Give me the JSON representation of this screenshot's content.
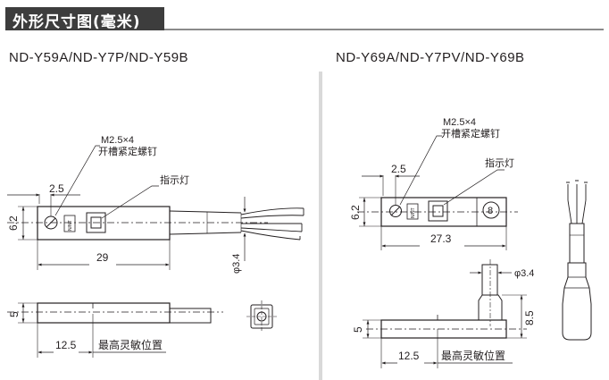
{
  "header": {
    "title": "外形尺寸图(毫米)"
  },
  "left": {
    "model": "ND-Y59A/ND-Y7P/ND-Y59B",
    "screw_label": "M2.5×4",
    "screw_desc": "开槽紧定螺钉",
    "indicator_label": "指示灯",
    "dim_offset": "2.5",
    "dim_height": "6.2",
    "dim_length": "29",
    "dim_cable": "φ3.4",
    "dim_thickness": "5",
    "dim_sense": "12.5",
    "sense_label": "最高灵敏位置",
    "chip_text": "N/NT"
  },
  "right": {
    "model": "ND-Y69A/ND-Y7PV/ND-Y69B",
    "screw_label": "M2.5×4",
    "screw_desc": "开槽紧定螺钉",
    "indicator_label": "指示灯",
    "dim_offset": "2.5",
    "dim_height": "6.2",
    "dim_length": "27.3",
    "dim_cable": "φ3.4",
    "dim_thickness": "5",
    "dim_total": "8.5",
    "dim_sense": "12.5",
    "sense_label": "最高灵敏位置",
    "chip_text": "N/NT",
    "mount_num": "8"
  }
}
